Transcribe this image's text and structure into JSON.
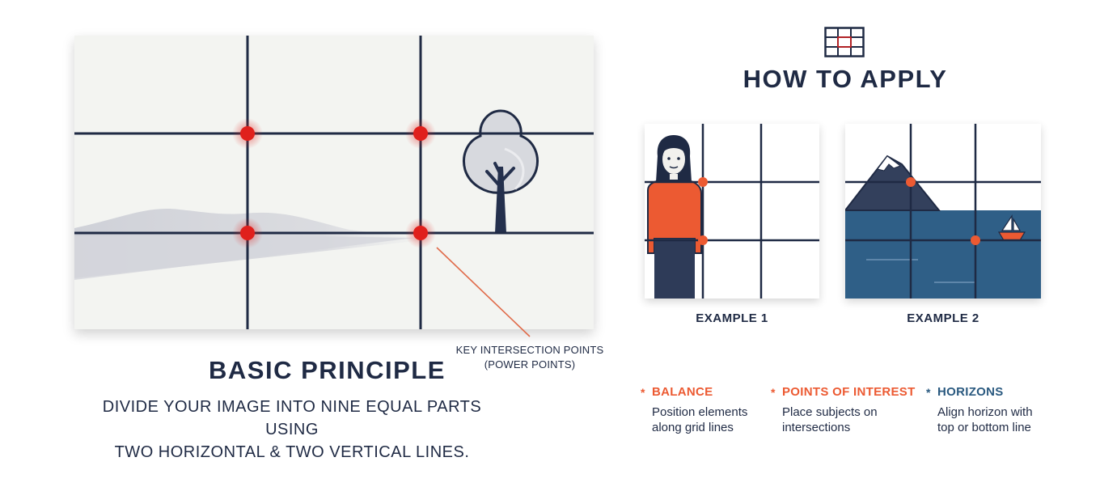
{
  "colors": {
    "navy": "#1f2a44",
    "accent_red": "#e0201c",
    "accent_orange": "#ec5a32",
    "horizon_blue": "#2b5a80",
    "sea_blue": "#2f5f87"
  },
  "main": {
    "callout_line1": "KEY INTERSECTION POINTS",
    "callout_line2": "(POWER POINTS)",
    "principle_title": "BASIC PRINCIPLE",
    "principle_line1": "DIVIDE YOUR IMAGE INTO NINE EQUAL PARTS USING",
    "principle_line2": "TWO HORIZONTAL & TWO VERTICAL LINES."
  },
  "apply": {
    "title": "HOW TO APPLY",
    "icon": "grid-icon",
    "examples": [
      {
        "caption": "EXAMPLE 1"
      },
      {
        "caption": "EXAMPLE 2"
      }
    ],
    "tips": [
      {
        "bullet": "*",
        "title": "BALANCE",
        "line1": "Position elements",
        "line2": "along grid lines",
        "color": "#ec5a32"
      },
      {
        "bullet": "*",
        "title": "POINTS OF INTEREST",
        "line1": "Place subjects on",
        "line2": "intersections",
        "color": "#ec5a32"
      },
      {
        "bullet": "*",
        "title": "HORIZONS",
        "line1": "Align horizon with",
        "line2": "top or bottom line",
        "color": "#2b5a80"
      }
    ]
  }
}
